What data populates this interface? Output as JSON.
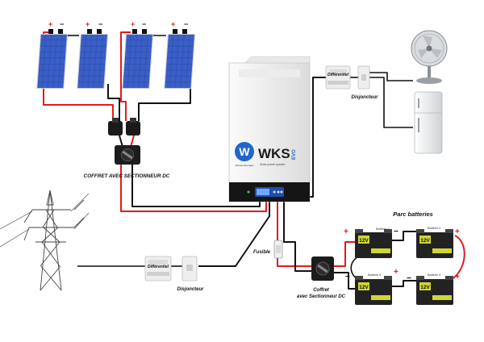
{
  "labels": {
    "dc_box_panels": "COFFRET AVEC SECTIONNEUR DC",
    "differential": "Différentiel",
    "breaker": "Disjoncteur",
    "fuse": "Fusible",
    "dc_box_batt_line1": "Coffret",
    "dc_box_batt_line2": "avec Sectionneur DC",
    "battery_bank": "Parc batteries",
    "battery_1": "Batterie 1",
    "battery_2": "Batterie 2",
    "battery_3": "Batterie 3",
    "battery_4": "Batterie 4",
    "battery_voltage": "12V"
  },
  "inverter": {
    "brand": "WKS",
    "evo": "EVO",
    "tagline": "Solar power system",
    "maker": "Mylinky Energies"
  },
  "colors": {
    "positive": "#e01b1b",
    "negative": "#111111",
    "panel": "#2b4aa8",
    "inverter_body": "#f2f2f2",
    "inverter_bottom": "#151515",
    "battery": "#222222",
    "battery_label": "#cfd635",
    "accent_brand": "#1f66c8"
  },
  "icons": [
    "solar-panel-icon",
    "pylon-icon",
    "fan-icon",
    "fridge-icon",
    "battery-icon",
    "inverter-icon"
  ]
}
